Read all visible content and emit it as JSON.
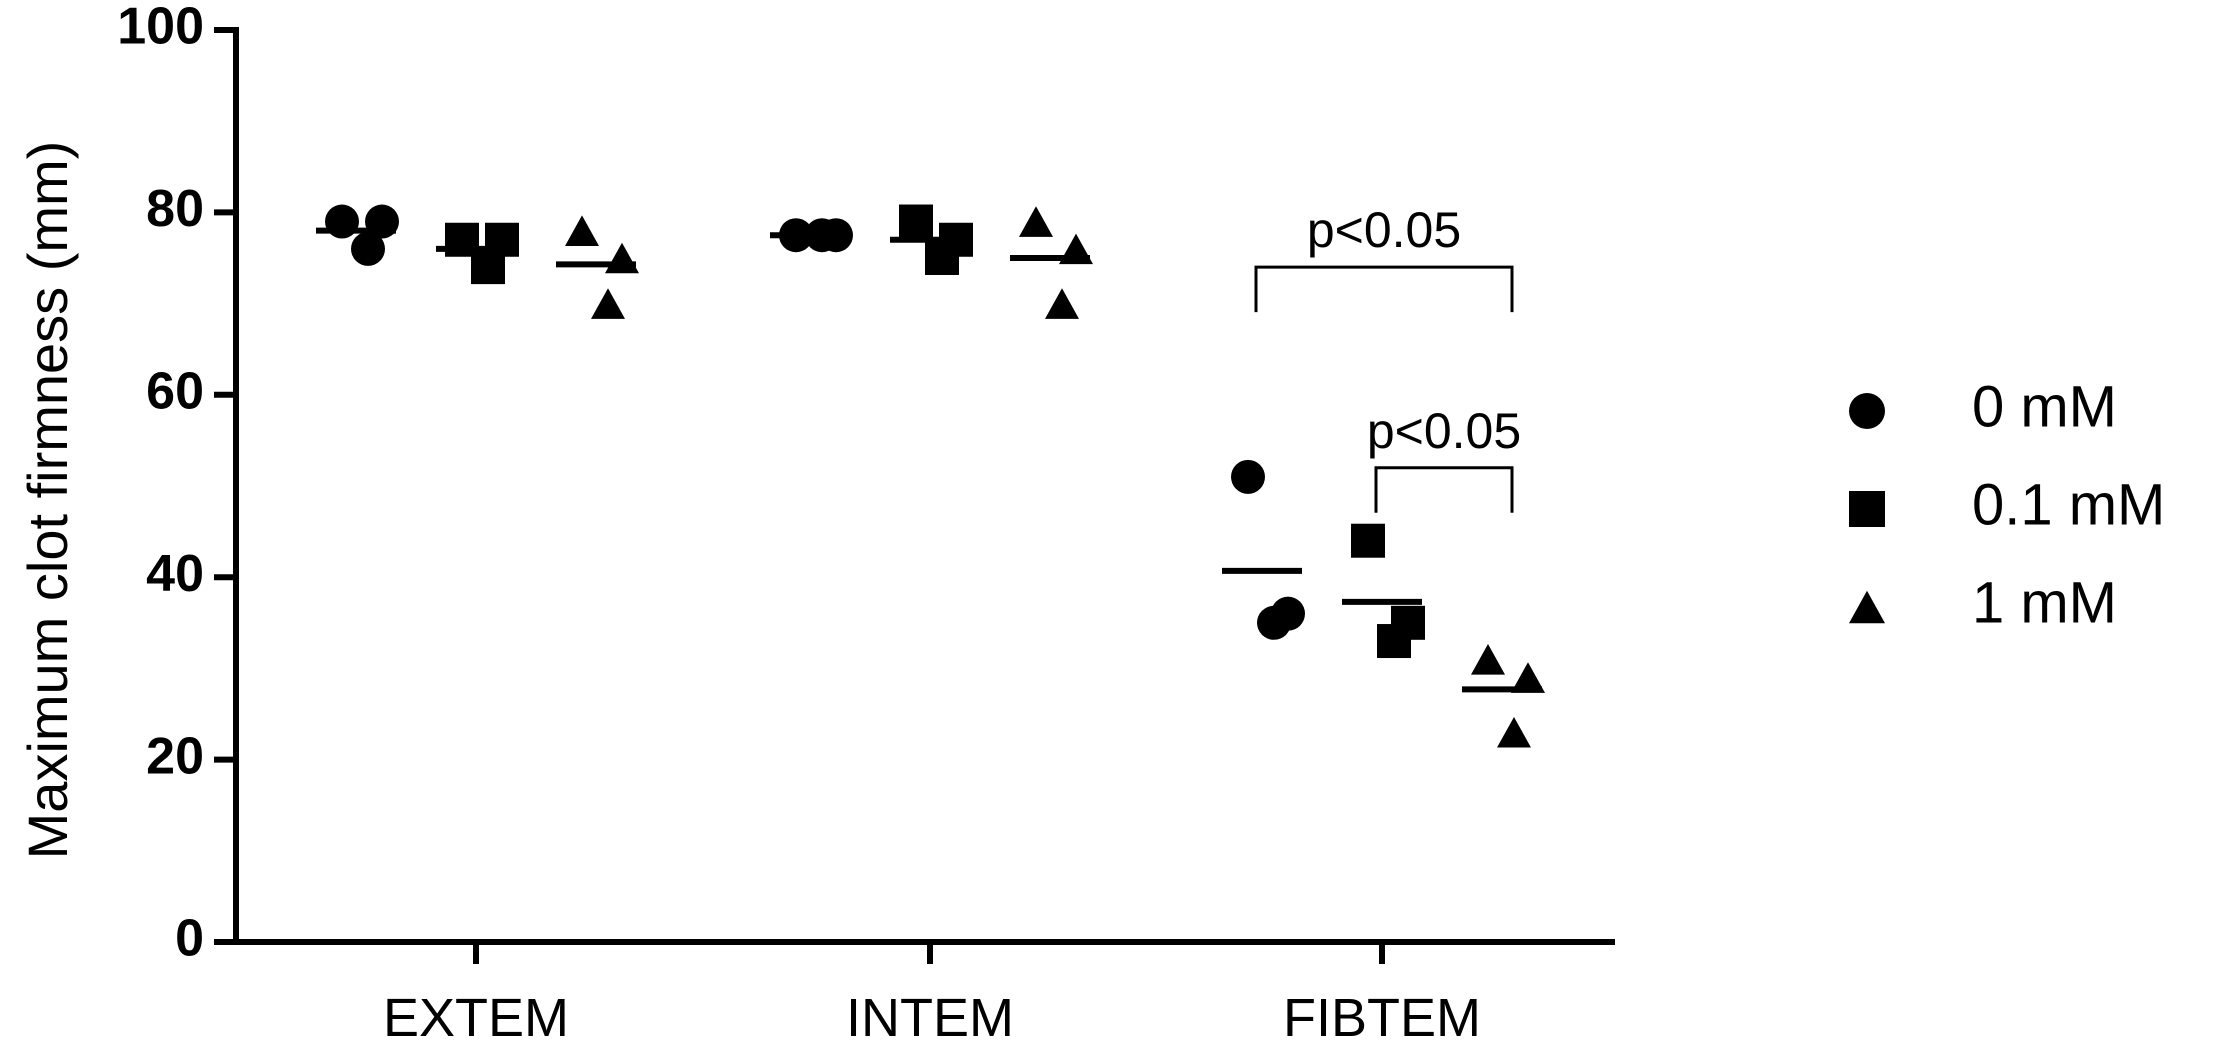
{
  "chart_data": {
    "type": "scatter",
    "title": "",
    "xlabel": "",
    "ylabel": "Maximum clot firmness (mm)",
    "ylim": [
      0,
      100
    ],
    "yticks": [
      0,
      20,
      40,
      60,
      80,
      100
    ],
    "categories": [
      "EXTEM",
      "INTEM",
      "FIBTEM"
    ],
    "grid": false,
    "legend_position": "right",
    "series": [
      {
        "name": "0 mM",
        "marker": "circle",
        "points": [
          {
            "category": "EXTEM",
            "values": [
              79,
              76,
              79
            ],
            "mean": 78
          },
          {
            "category": "INTEM",
            "values": [
              77.5,
              77.5,
              77.5
            ],
            "mean": 77.5
          },
          {
            "category": "FIBTEM",
            "values": [
              51,
              35,
              36
            ],
            "mean": 40.7
          }
        ]
      },
      {
        "name": "0.1 mM",
        "marker": "square",
        "points": [
          {
            "category": "EXTEM",
            "values": [
              77,
              74,
              77
            ],
            "mean": 76
          },
          {
            "category": "INTEM",
            "values": [
              79,
              75,
              77
            ],
            "mean": 77
          },
          {
            "category": "FIBTEM",
            "values": [
              44,
              33,
              35
            ],
            "mean": 37.3
          }
        ]
      },
      {
        "name": "1 mM",
        "marker": "triangle",
        "points": [
          {
            "category": "EXTEM",
            "values": [
              78,
              70,
              75
            ],
            "mean": 74.3
          },
          {
            "category": "INTEM",
            "values": [
              79,
              70,
              76
            ],
            "mean": 75
          },
          {
            "category": "FIBTEM",
            "values": [
              31,
              23,
              29
            ],
            "mean": 27.7
          }
        ]
      }
    ],
    "annotations": [
      {
        "label": "p<0.05",
        "from_series": "0 mM",
        "to_series": "1 mM",
        "category": "FIBTEM",
        "y": 74
      },
      {
        "label": "p<0.05",
        "from_series": "0.1 mM",
        "to_series": "1 mM",
        "category": "FIBTEM",
        "y": 52
      }
    ]
  }
}
